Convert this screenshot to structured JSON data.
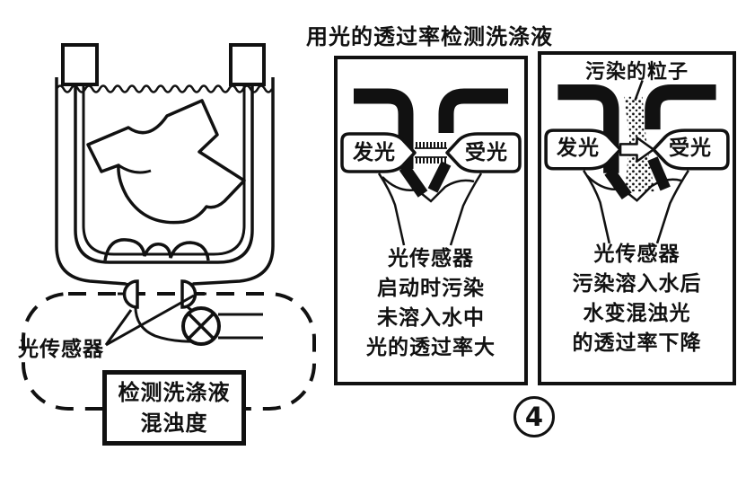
{
  "title": "用光的透过率检测洗涤液",
  "figure_number": "4",
  "machine": {
    "sensor_label": "光传感器",
    "detect_line1": "检测洗涤液",
    "detect_line2": "混浊度"
  },
  "panels": [
    {
      "emitter": "发光",
      "receiver": "受光",
      "caption": [
        "光传感器",
        "启动时污染",
        "未溶入水中",
        "光的透过率大"
      ]
    },
    {
      "particles_label": "污染的粒子",
      "emitter": "发光",
      "receiver": "受光",
      "caption": [
        "光传感器",
        "污染溶入水后",
        "水变混浊光",
        "的透过率下降"
      ]
    }
  ],
  "colors": {
    "ink": "#111111",
    "paper": "#ffffff"
  }
}
